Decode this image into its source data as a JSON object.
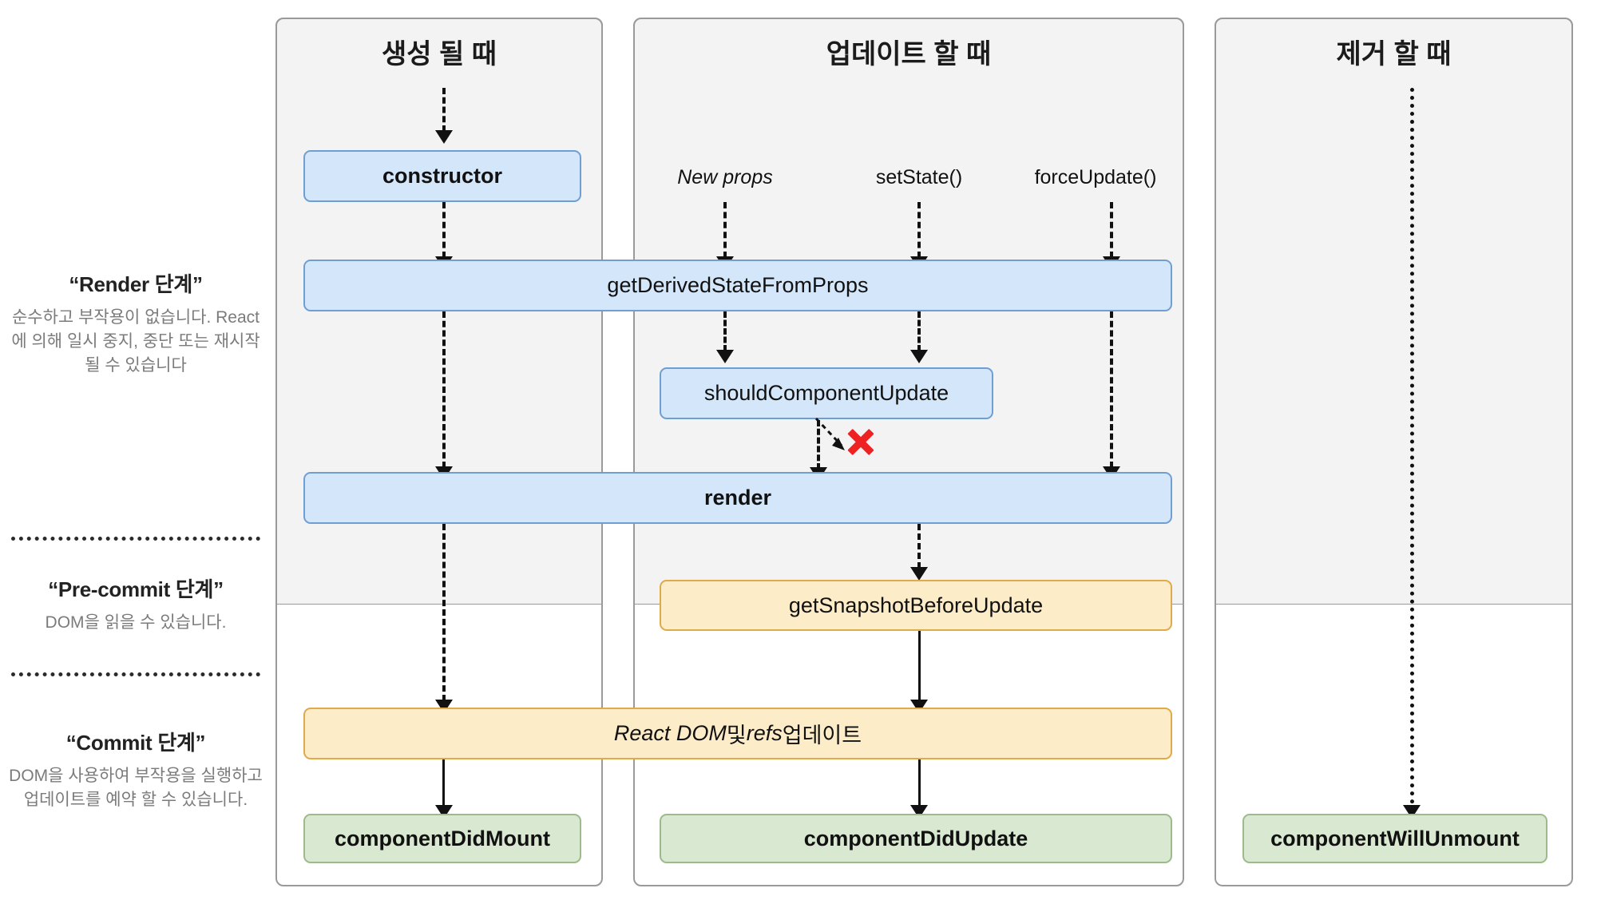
{
  "phases": [
    {
      "title": "“Render 단계”",
      "desc": "순수하고 부작용이 없습니다. React에 의해 일시 중지, 중단 또는 재시작 될 수 있습니다"
    },
    {
      "title": "“Pre-commit 단계”",
      "desc": "DOM을 읽을 수 있습니다."
    },
    {
      "title": "“Commit 단계”",
      "desc": "DOM을 사용하여 부작용을 실행하고 업데이트를 예약 할 수 있습니다."
    }
  ],
  "columns": [
    {
      "title": "생성 될 때"
    },
    {
      "title": "업데이트 할 때"
    },
    {
      "title": "제거 할 때"
    }
  ],
  "triggers": [
    {
      "label": "New props"
    },
    {
      "label": "setState()"
    },
    {
      "label": "forceUpdate()"
    }
  ],
  "boxes": {
    "constructor": "constructor",
    "get_derived_state": "getDerivedStateFromProps",
    "should_component_update": "shouldComponentUpdate",
    "render": "render",
    "get_snapshot": "getSnapshotBeforeUpdate",
    "react_dom_refs_prefix": "React DOM",
    "react_dom_refs_mid": " 및 ",
    "react_dom_refs_refs": "refs",
    "react_dom_refs_suffix": " 업데이트",
    "component_did_mount": "componentDidMount",
    "component_did_update": "componentDidUpdate",
    "component_will_unmount": "componentWillUnmount"
  },
  "colors": {
    "blue_fill": "#d4e6f9",
    "blue_border": "#6f9fd2",
    "green_fill": "#d9e8d1",
    "green_border": "#9cba8c",
    "orange_fill": "#fdecc8",
    "orange_border": "#e0a94a",
    "panel_shade": "#f3f3f3",
    "panel_border": "#9a9a9a",
    "cross_red": "#ee2222",
    "muted_text": "#7b7b7b"
  }
}
